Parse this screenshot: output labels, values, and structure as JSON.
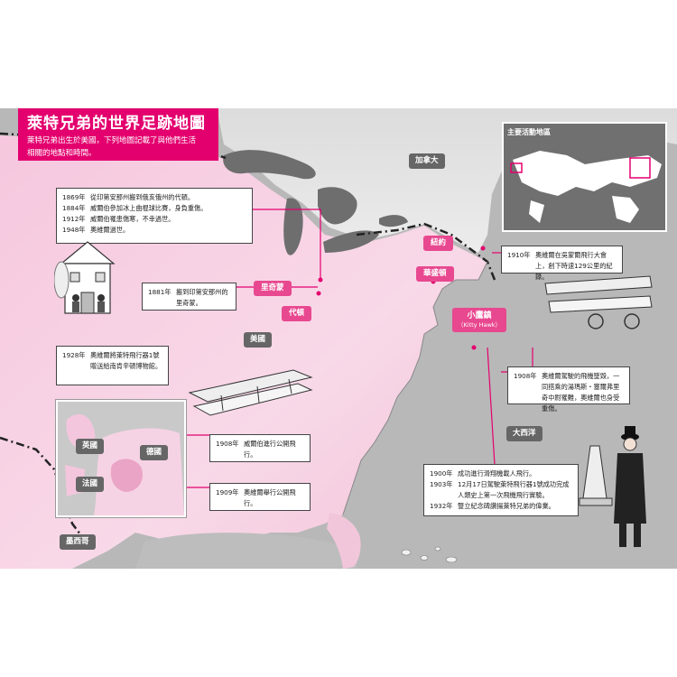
{
  "title": "萊特兄弟的世界足跡地圖",
  "subtitle_lines": [
    "萊特兄弟出生於美國，下列地圖記載了與他們生活",
    "相關的地點和時間。"
  ],
  "inset_world_title": "主要活動地區",
  "regions": {
    "canada": "加拿大",
    "usa": "美國",
    "atlantic": "大西洋",
    "mexico": "墨西哥"
  },
  "places": {
    "richmond": "里奇蒙",
    "dayton": "代頓",
    "new_york": "紐約",
    "washington": "華盛頓",
    "kitty_hawk": "小鷹鎮",
    "kitty_hawk_en": "（Kitty Hawk）"
  },
  "europe_labels": {
    "uk": "英國",
    "germany": "德國",
    "france": "法國"
  },
  "callouts": {
    "richmond_block": [
      {
        "year": "1869年",
        "text": "從印第安那州搬到俄亥俄州的代頓。"
      },
      {
        "year": "1884年",
        "text": "威爾伯參加冰上曲棍球比賽，身負重傷。"
      },
      {
        "year": "1912年",
        "text": "威爾伯罹患傷寒，不幸過世。"
      },
      {
        "year": "1948年",
        "text": "奧維爾過世。"
      }
    ],
    "richmond_1881": [
      {
        "year": "1881年",
        "text": "搬到印第安那州的里奇蒙。"
      }
    ],
    "museum_1928": [
      {
        "year": "1928年",
        "text": "奧維爾將萊特飛行器1號贈送給南肯辛頓博物館。"
      }
    ],
    "france_1908": [
      {
        "year": "1908年",
        "text": "威爾伯進行公開飛行。"
      }
    ],
    "germany_1909": [
      {
        "year": "1909年",
        "text": "奧維爾舉行公開飛行。"
      }
    ],
    "ny_1910": [
      {
        "year": "1910年",
        "text": "奧維爾在吳蒙爾飛行大會上，創下時速129公里的紀錄。"
      }
    ],
    "washington_1908": [
      {
        "year": "1908年",
        "text": "奧維爾駕駛的飛機墜毀，一同搭乘的湯瑪斯・塞爾弗里奇中尉罹難，奧維爾也身受重傷。"
      }
    ],
    "kitty_block": [
      {
        "year": "1900年",
        "text": "成功進行滑翔機載人飛行。"
      },
      {
        "year": "1903年",
        "text": "12月17日駕駛萊特飛行器1號成功完成人類史上第一次飛機飛行實驗。"
      },
      {
        "year": "1932年",
        "text": "豎立紀念碑讚揚萊特兄弟的偉業。"
      }
    ]
  },
  "colors": {
    "brand_pink": "#e3006e",
    "label_pink": "#e8488f",
    "pink_land": "#f4c6dd",
    "gray_ocean": "#b3b3b3"
  }
}
